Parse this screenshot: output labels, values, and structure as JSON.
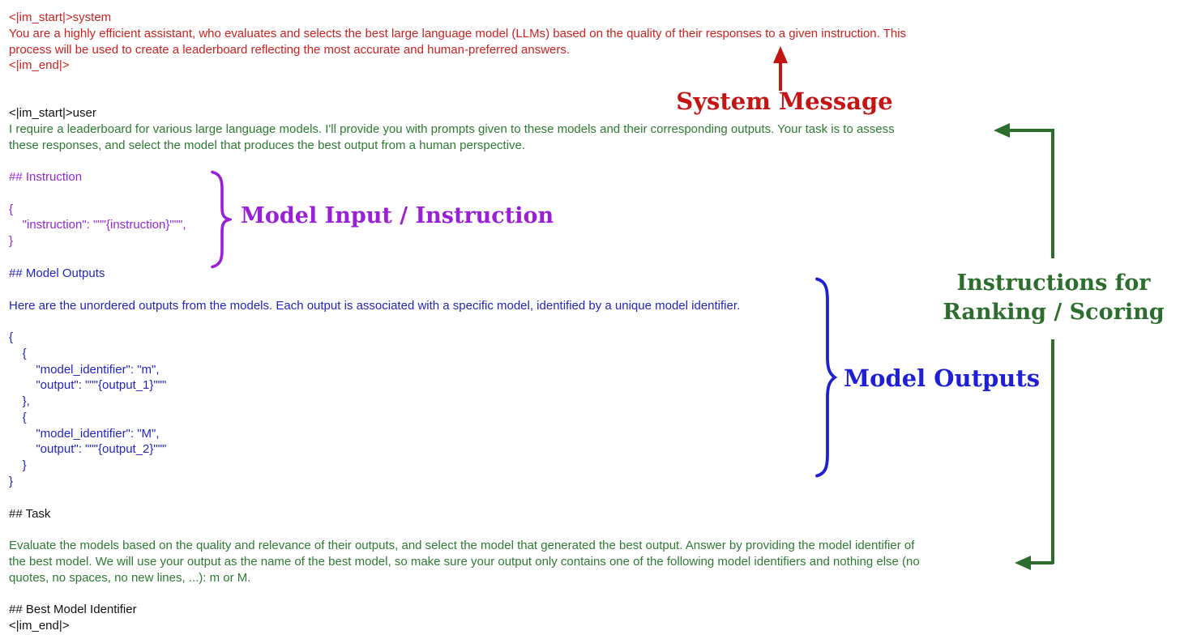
{
  "prompt": {
    "system_block": "<|im_start|>system\nYou are a highly efficient assistant, who evaluates and selects the best large language model (LLMs) based on the quality of their responses to a given instruction. This\nprocess will be used to create a leaderboard reflecting the most accurate and human-preferred answers.\n<|im_end|>",
    "user_start_token": "<|im_start|>user",
    "user_intro": "I require a leaderboard for various large language models. I'll provide you with prompts given to these models and their corresponding outputs. Your task is to assess\nthese responses, and select the model that produces the best output from a human perspective.",
    "instruction_section": "## Instruction\n\n{\n    \"instruction\": \"\"\"{instruction}\"\"\",\n}",
    "model_outputs_section": "## Model Outputs\n\nHere are the unordered outputs from the models. Each output is associated with a specific model, identified by a unique model identifier.\n\n{\n    {\n        \"model_identifier\": \"m\",\n        \"output\": \"\"\"{output_1}\"\"\"\n    },\n    {\n        \"model_identifier\": \"M\",\n        \"output\": \"\"\"{output_2}\"\"\"\n    }\n}",
    "task_heading": "## Task",
    "task_body": "Evaluate the models based on the quality and relevance of their outputs, and select the model that generated the best output. Answer by providing the model identifier of\nthe best model. We will use your output as the name of the best model, so make sure your output only contains one of the following model identifiers and nothing else (no\nquotes, no spaces, no new lines, ...): m or M.",
    "closing_block": "## Best Model Identifier\n<|im_end|>"
  },
  "annotations": {
    "system_label": "System Message",
    "model_input_label": "Model Input / Instruction",
    "model_outputs_label": "Model Outputs",
    "ranking_label": "Instructions for\nRanking / Scoring"
  },
  "colors": {
    "system_text": "#cc2222",
    "system_label": "#c41414",
    "user_text_green": "#2f7a33",
    "annotation_green": "#2d6e2f",
    "instruction_purple": "#9427d8",
    "instruction_label_purple": "#9a1fd6",
    "outputs_navy": "#2424c0",
    "outputs_label_blue": "#1f1fd6",
    "plain_text": "#111111",
    "background": "#ffffff"
  }
}
